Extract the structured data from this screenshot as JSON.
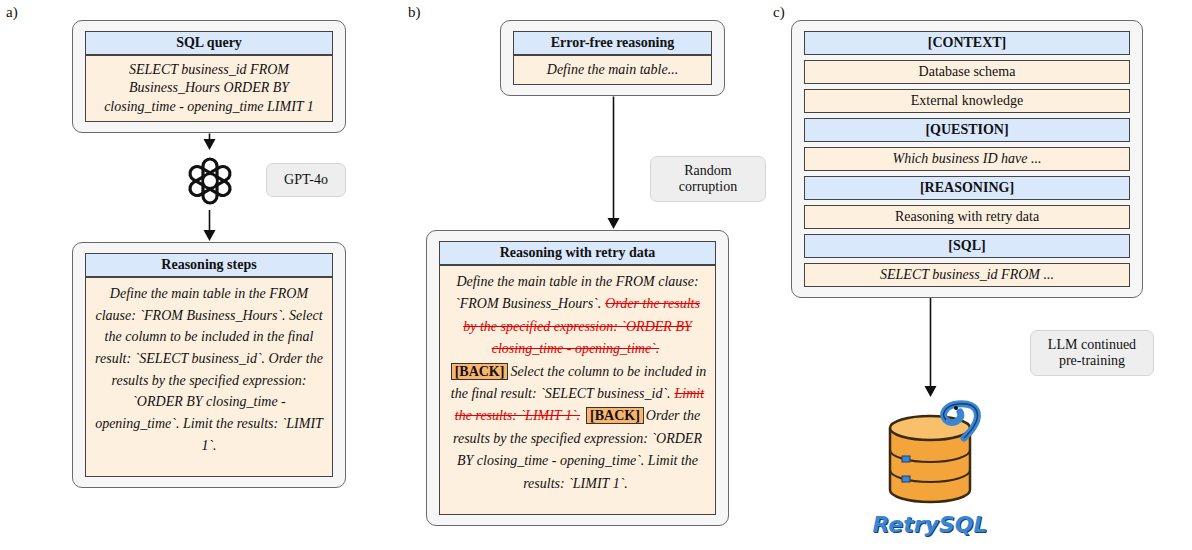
{
  "diagram": {
    "nodes": [
      {
        "text": [
          "SQL query"
        ]
      },
      {
        "text": [
          "SELECT business_id FROM Business_Hours ORDER BY closing_time - opening_time LIMIT 1"
        ],
        "in": 0
      },
      {
        "text": [
          "GPT-4o"
        ]
      },
      {
        "text": [
          "Reasoning steps"
        ]
      },
      {
        "text": [
          "Define the main table in the FROM clause: `FROM Business_Hours`. Select the column to be included in the final result: `SELECT business_id`. Order the results by the specified expression: `ORDER BY closing_time - opening_time`. Limit the results: `LIMIT 1`."
        ],
        "in": 3
      },
      {
        "text": [
          "Error-free reasoning"
        ]
      },
      {
        "text": [
          "Define the main table..."
        ],
        "in": 5
      },
      {
        "text": [
          "Random corruption"
        ]
      },
      {
        "text": [
          "Reasoning with retry data"
        ]
      },
      {
        "text": [
          "Define the main table in the FROM clause: `FROM Business_Hours`.",
          "Order the results by the specified expression: `ORDER BY closing_time - opening_time`.",
          "[BACK]",
          "Select the column to be included in the final result: `SELECT business_id`.",
          "Limit the results: `LIMIT 1`.",
          "[BACK]",
          "Order the results by the specified expression: `ORDER BY closing_time - opening_time`. Limit the results: `LIMIT 1`."
        ],
        "in": 8
      },
      {
        "text": [
          "[CONTEXT]"
        ]
      },
      {
        "text": [
          "Database schema"
        ],
        "in": 10
      },
      {
        "text": [
          "External knowledge"
        ],
        "in": 10
      },
      {
        "text": [
          "[QUESTION]"
        ],
        "in": 10
      },
      {
        "text": [
          "Which business ID have ..."
        ],
        "in": 10
      },
      {
        "text": [
          "[REASONING]"
        ],
        "in": 10
      },
      {
        "text": [
          "Reasoning with retry data"
        ],
        "in": 10
      },
      {
        "text": [
          "[SQL]"
        ],
        "in": 10
      },
      {
        "text": [
          "SELECT business_id FROM ..."
        ],
        "in": 10
      },
      {
        "text": [
          "LLM continued pre-training"
        ]
      },
      {
        "text": [
          "RetrySQL"
        ]
      }
    ],
    "edges": [
      {
        "from": 0,
        "to": 3,
        "arrow": "to"
      },
      {
        "from": 5,
        "to": 8,
        "arrow": "to"
      },
      {
        "from": 10,
        "to": 20,
        "arrow": "to"
      }
    ],
    "labels": [
      "a)",
      "b)",
      "c)"
    ]
  }
}
